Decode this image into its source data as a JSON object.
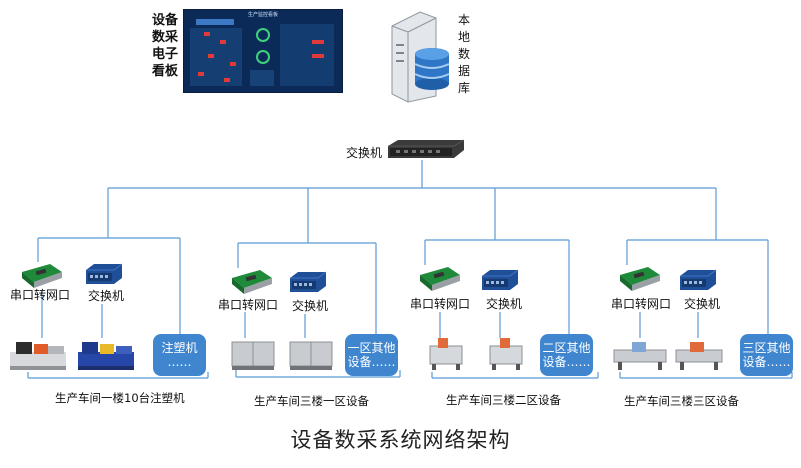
{
  "dashboard": {
    "label_lines": [
      "设备",
      "数采",
      "电子",
      "看板"
    ],
    "title": "生产监控看板"
  },
  "database": {
    "label_chars": [
      "本",
      "地",
      "数",
      "据",
      "库"
    ]
  },
  "main_switch": {
    "label": "交换机"
  },
  "groups": [
    {
      "serial_label": "串口转网口",
      "switch_label": "交换机",
      "box_lines": [
        "注塑机",
        "……"
      ],
      "group_label": "生产车间一楼10台注塑机"
    },
    {
      "serial_label": "串口转网口",
      "switch_label": "交换机",
      "box_lines": [
        "一区其他",
        "设备……"
      ],
      "group_label": "生产车间三楼一区设备"
    },
    {
      "serial_label": "串口转网口",
      "switch_label": "交换机",
      "box_lines": [
        "二区其他",
        "设备……"
      ],
      "group_label": "生产车间三楼二区设备"
    },
    {
      "serial_label": "串口转网口",
      "switch_label": "交换机",
      "box_lines": [
        "三区其他",
        "设备……"
      ],
      "group_label": "生产车间三楼三区设备"
    }
  ],
  "caption": "设备数采系统网络架构",
  "colors": {
    "line": "#5b9bd5",
    "box": "#3f86cf",
    "dashboard_bg": "#0b2a57"
  }
}
